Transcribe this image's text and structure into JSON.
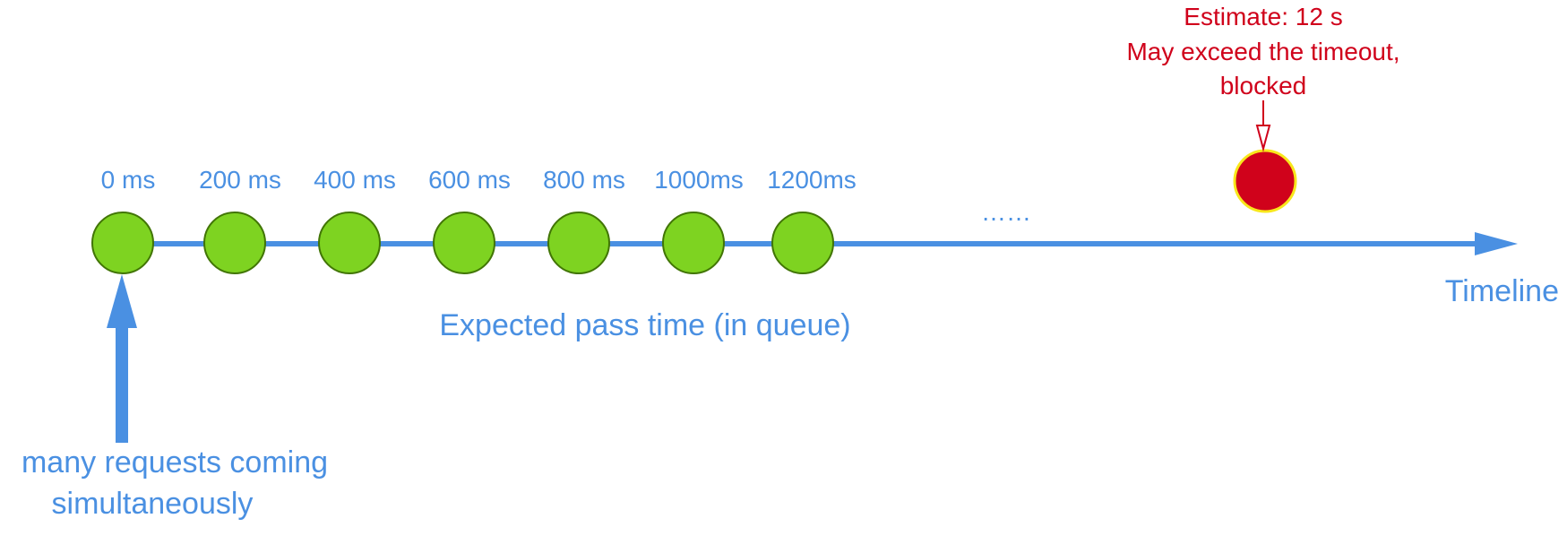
{
  "colors": {
    "blue": "#4A90E2",
    "green_fill": "#7ED321",
    "green_stroke": "#417505",
    "red": "#D0021B",
    "red_stroke": "#F8E71C"
  },
  "timeline": {
    "label": "Timeline",
    "ellipsis": "……",
    "caption": "Expected pass time (in queue)"
  },
  "requests": [
    {
      "label": "0 ms"
    },
    {
      "label": "200 ms"
    },
    {
      "label": "400 ms"
    },
    {
      "label": "600 ms"
    },
    {
      "label": "800 ms"
    },
    {
      "label": "1000ms"
    },
    {
      "label": "1200ms"
    }
  ],
  "incoming": {
    "line1": "many requests coming",
    "line2": "simultaneously"
  },
  "blocked": {
    "line1": "Estimate: 12 s",
    "line2": "May exceed the timeout,",
    "line3": "blocked"
  }
}
